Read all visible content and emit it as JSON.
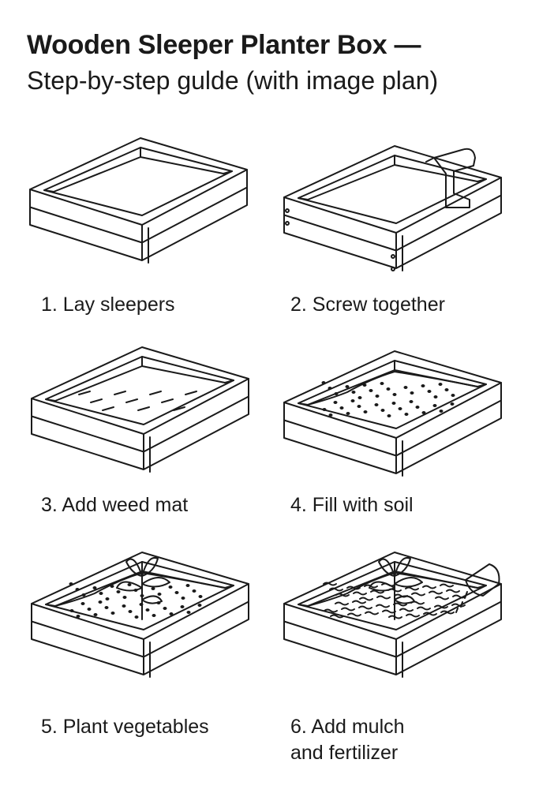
{
  "header": {
    "title": "Wooden Sleeper Planter Box —",
    "subtitle": "Step-by-step gulde (with image plan)"
  },
  "steps": [
    {
      "label": "1. Lay sleepers",
      "fill": "empty",
      "extras": []
    },
    {
      "label": "2. Screw together",
      "fill": "empty",
      "extras": [
        "drill",
        "screws"
      ]
    },
    {
      "label": "3. Add weed mat",
      "fill": "mat",
      "extras": []
    },
    {
      "label": "4. Fill with soil",
      "fill": "soil",
      "extras": []
    },
    {
      "label": "5. Plant vegetables",
      "fill": "soil",
      "extras": [
        "plant"
      ]
    },
    {
      "label": "6. Add mulch",
      "label2": "and fertilizer",
      "fill": "mulch",
      "extras": [
        "plant",
        "bag"
      ]
    }
  ]
}
